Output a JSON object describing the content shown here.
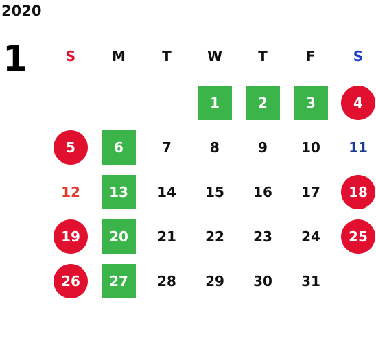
{
  "year": "2020",
  "month": "1",
  "weekdays": [
    {
      "label": "S",
      "color": "#e0102e"
    },
    {
      "label": "M",
      "color": "#111111"
    },
    {
      "label": "T",
      "color": "#111111"
    },
    {
      "label": "W",
      "color": "#111111"
    },
    {
      "label": "T",
      "color": "#111111"
    },
    {
      "label": "F",
      "color": "#111111"
    },
    {
      "label": "S",
      "color": "#1a3ccc"
    }
  ],
  "colors": {
    "green_highlight": "#3bb54a",
    "red_circle": "#e0102e",
    "red_text": "#e23a2e",
    "blue_text": "#1a3e8c"
  },
  "weeks": [
    [
      {
        "day": "",
        "style": "none"
      },
      {
        "day": "",
        "style": "none"
      },
      {
        "day": "",
        "style": "none"
      },
      {
        "day": "1",
        "style": "green"
      },
      {
        "day": "2",
        "style": "green"
      },
      {
        "day": "3",
        "style": "green"
      },
      {
        "day": "4",
        "style": "red-circle"
      }
    ],
    [
      {
        "day": "5",
        "style": "red-circle"
      },
      {
        "day": "6",
        "style": "green"
      },
      {
        "day": "7",
        "style": "plain"
      },
      {
        "day": "8",
        "style": "plain"
      },
      {
        "day": "9",
        "style": "plain"
      },
      {
        "day": "10",
        "style": "plain"
      },
      {
        "day": "11",
        "style": "blue-text"
      }
    ],
    [
      {
        "day": "12",
        "style": "red-text"
      },
      {
        "day": "13",
        "style": "green"
      },
      {
        "day": "14",
        "style": "plain"
      },
      {
        "day": "15",
        "style": "plain"
      },
      {
        "day": "16",
        "style": "plain"
      },
      {
        "day": "17",
        "style": "plain"
      },
      {
        "day": "18",
        "style": "red-circle"
      }
    ],
    [
      {
        "day": "19",
        "style": "red-circle"
      },
      {
        "day": "20",
        "style": "green"
      },
      {
        "day": "21",
        "style": "plain"
      },
      {
        "day": "22",
        "style": "plain"
      },
      {
        "day": "23",
        "style": "plain"
      },
      {
        "day": "24",
        "style": "plain"
      },
      {
        "day": "25",
        "style": "red-circle"
      }
    ],
    [
      {
        "day": "26",
        "style": "red-circle"
      },
      {
        "day": "27",
        "style": "green"
      },
      {
        "day": "28",
        "style": "plain"
      },
      {
        "day": "29",
        "style": "plain"
      },
      {
        "day": "30",
        "style": "plain"
      },
      {
        "day": "31",
        "style": "plain"
      },
      {
        "day": "",
        "style": "none"
      }
    ]
  ]
}
